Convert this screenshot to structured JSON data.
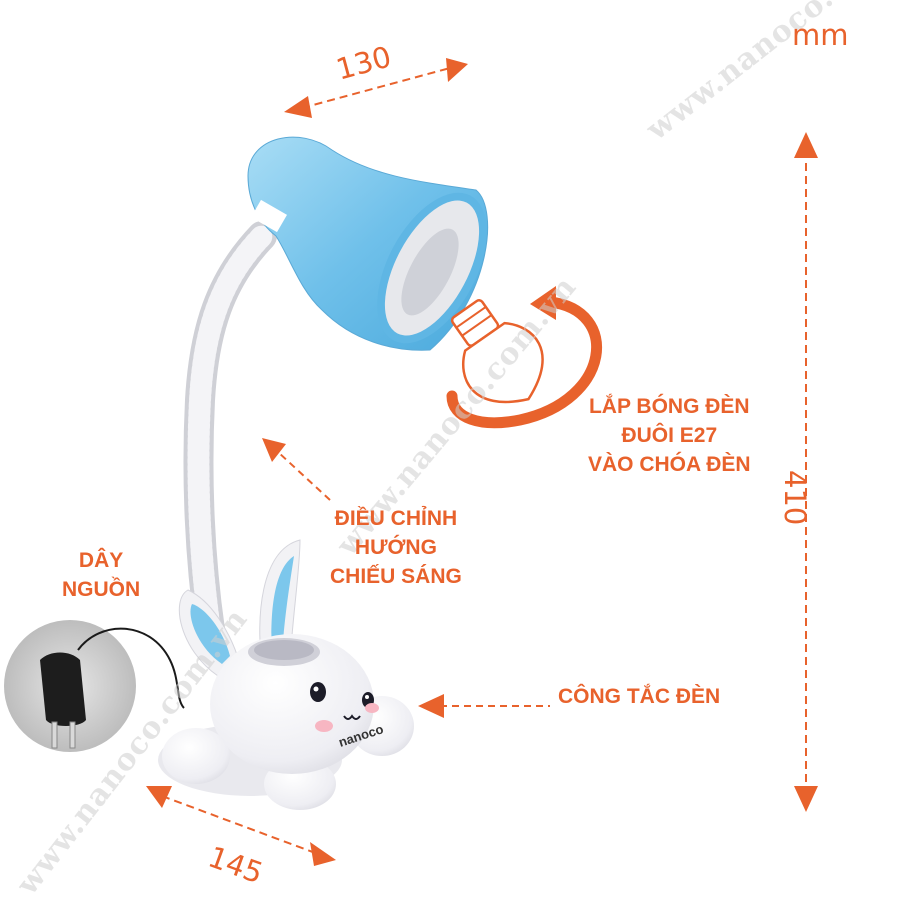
{
  "labels": {
    "unit": "mm",
    "width_top": "130",
    "width_base": "145",
    "height": "410",
    "bulb_line1": "LẮP BÓNG ĐÈN",
    "bulb_line2": "ĐUÔI E27",
    "bulb_line3": "VÀO CHÓA ĐÈN",
    "adjust_line1": "ĐIỀU CHỈNH",
    "adjust_line2": "HƯỚNG",
    "adjust_line3": "CHIẾU SÁNG",
    "cord_line1": "DÂY",
    "cord_line2": "NGUỒN",
    "switch": "CÔNG TẮC ĐÈN"
  },
  "watermark": "www.nanoco.com.vn",
  "brand_on_base": "nanoco",
  "colors": {
    "accent": "#e8622c",
    "shade": "#7cc7ec",
    "body": "#f2f2f5"
  }
}
